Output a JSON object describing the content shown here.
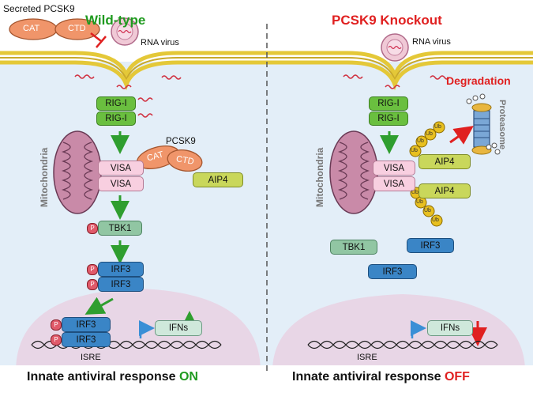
{
  "left_panel": {
    "title": "Wild-type",
    "secreted_label": "Secreted PCSK9",
    "cat": "CAT",
    "ctd": "CTD",
    "rna_virus": "RNA virus",
    "mitochondria": "Mitochondria",
    "rig1_a": "RIG-I",
    "rig1_b": "RIG-I",
    "visa_a": "VISA",
    "visa_b": "VISA",
    "pcsk9": "PCSK9",
    "pcsk9_cat": "CAT",
    "pcsk9_ctd": "CTD",
    "aip4": "AIP4",
    "tbk1": "TBK1",
    "irf3_a": "IRF3",
    "irf3_b": "IRF3",
    "irf3_c": "IRF3",
    "irf3_d": "IRF3",
    "ifns": "IFNs",
    "isre": "ISRE",
    "footer_main": "Innate antiviral response ",
    "footer_state": "ON"
  },
  "right_panel": {
    "title": "PCSK9 Knockout",
    "rna_virus": "RNA virus",
    "degradation": "Degradation",
    "proteasome": "Proteasome",
    "mitochondria": "Mitochondria",
    "rig1_a": "RIG-I",
    "rig1_b": "RIG-I",
    "visa_a": "VISA",
    "visa_b": "VISA",
    "aip4_a": "AIP4",
    "aip4_b": "AIP4",
    "ub": "Ub",
    "tbk1": "TBK1",
    "irf3_a": "IRF3",
    "irf3_b": "IRF3",
    "ifns": "IFNs",
    "isre": "ISRE",
    "footer_main": "Innate antiviral response ",
    "footer_state": "OFF"
  },
  "phospho": "P",
  "colors": {
    "title_wt": "#1f9a1f",
    "title_ko": "#e02020",
    "rig": "#6abf3f",
    "visa": "#f8cfe0",
    "aip4": "#c9d75b",
    "tbk1": "#91c6a3",
    "irf3": "#3a85c6",
    "pcsk9": "#f0956a",
    "ub": "#e8c020",
    "mito": "#c98aa8",
    "nucleus": "#e8d6e6",
    "cytoplasm": "#e3eef8",
    "arrow_green": "#2f9e2f",
    "arrow_red": "#e02020",
    "arrow_blue": "#3a8fd6"
  }
}
